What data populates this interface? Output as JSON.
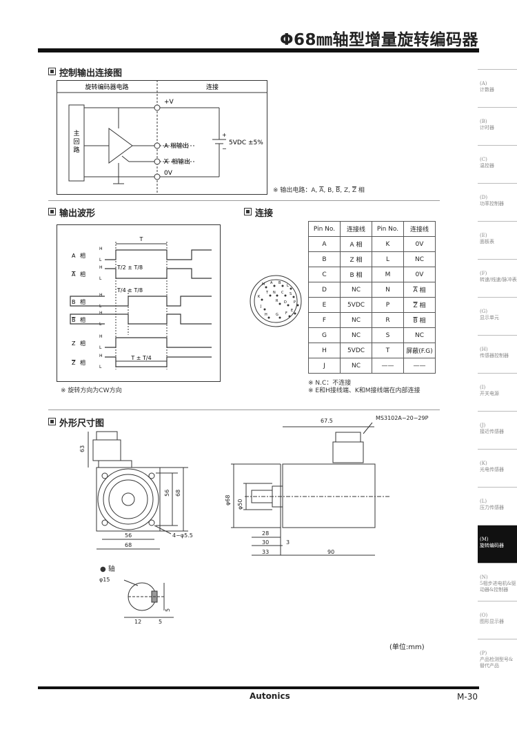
{
  "title": "Φ68㎜轴型增量旋转编码器",
  "sections": {
    "wiring": "控制输出连接图",
    "waveform": "输出波形",
    "connection": "连接",
    "dimensions": "外形尺寸图"
  },
  "wiring": {
    "col_left": "旋转编码器电路",
    "col_right": "连接",
    "main_circuit": "主回路",
    "plus_v": "+V",
    "a_out": "A  相输出",
    "a_bar_letter": "A",
    "a_bar_out": "相输出",
    "zero_v": "0V",
    "supply": "5VDC ±5%",
    "plus": "+",
    "minus": "−",
    "note": "※ 输出电路：A, A, B, B, Z, Z 相"
  },
  "waveform": {
    "T": "T",
    "T2": "T/2 ± T/8",
    "T4": "T/4 ± T/8",
    "TT4": "T ± T/4",
    "H": "H",
    "L": "L",
    "phases": [
      {
        "letter": "A",
        "bar": false,
        "suffix": "相"
      },
      {
        "letter": "A",
        "bar": true,
        "suffix": "相"
      },
      {
        "letter": "B",
        "bar": false,
        "suffix": "相"
      },
      {
        "letter": "B",
        "bar": true,
        "suffix": "相"
      },
      {
        "letter": "Z",
        "bar": false,
        "suffix": "相"
      },
      {
        "letter": "Z",
        "bar": true,
        "suffix": "相"
      }
    ],
    "note": "※ 旋转方向为CW方向"
  },
  "connection": {
    "headers": [
      "Pin No.",
      "连接线",
      "Pin No.",
      "连接线"
    ],
    "rows": [
      [
        "A",
        "A 相",
        "K",
        "0V"
      ],
      [
        "B",
        "Z 相",
        "L",
        "NC"
      ],
      [
        "C",
        "B 相",
        "M",
        "0V"
      ],
      [
        "D",
        "NC",
        "N",
        "A 相"
      ],
      [
        "E",
        "5VDC",
        "P",
        "Z 相"
      ],
      [
        "F",
        "NC",
        "R",
        "B 相"
      ],
      [
        "G",
        "NC",
        "S",
        "NC"
      ],
      [
        "H",
        "5VDC",
        "T",
        "屏蔽(F.G)"
      ],
      [
        "J",
        "NC",
        "——",
        "——"
      ]
    ],
    "connector_pins": [
      "M",
      "A",
      "B",
      "L",
      "T",
      "N",
      "C",
      "K",
      "S",
      "P",
      "R",
      "D",
      "J",
      "E",
      "H",
      "G",
      "F"
    ],
    "note1": "※ N.C：不连接",
    "note2": "※ E和H接线端、K和M接线端在内部连接"
  },
  "dimensions": {
    "d63": "63",
    "d56": "56",
    "d68": "68",
    "d56b": "56",
    "d68b": "68",
    "hole": "4−φ5.5",
    "d675": "67.5",
    "connector": "MS3102A−20−29P",
    "phi68": "φ68",
    "phi50": "φ50",
    "d28": "28",
    "d30": "30",
    "d3": "3",
    "d33": "33",
    "d90": "90",
    "shaft": "● 轴",
    "phi15": "φ15",
    "d12": "12",
    "d5": "5",
    "d5b": "5",
    "unit": "(单位:mm)"
  },
  "sidebar": [
    {
      "code": "(A)",
      "label": "计数器"
    },
    {
      "code": "(B)",
      "label": "计时器"
    },
    {
      "code": "(C)",
      "label": "温控器"
    },
    {
      "code": "(D)",
      "label": "功率控制器"
    },
    {
      "code": "(E)",
      "label": "面板表"
    },
    {
      "code": "(F)",
      "label": "转速/线速/脉冲表"
    },
    {
      "code": "(G)",
      "label": "显示单元"
    },
    {
      "code": "(H)",
      "label": "传感器控制器"
    },
    {
      "code": "(I)",
      "label": "开关电源"
    },
    {
      "code": "(J)",
      "label": "接近传感器"
    },
    {
      "code": "(K)",
      "label": "光电传感器"
    },
    {
      "code": "(L)",
      "label": "压力传感器"
    },
    {
      "code": "(M)",
      "label": "旋转编码器"
    },
    {
      "code": "(N)",
      "label": "5相步进电机&驱动器&控制器"
    },
    {
      "code": "(O)",
      "label": "图形显示器"
    },
    {
      "code": "(P)",
      "label": "产品检测型号&替代产品"
    }
  ],
  "footer": {
    "brand": "Autonics",
    "page": "M-30"
  }
}
